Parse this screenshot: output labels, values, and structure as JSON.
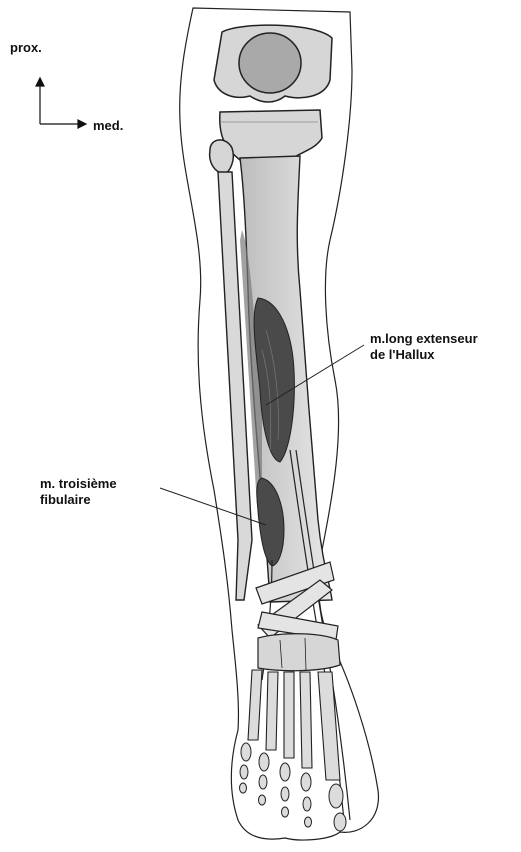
{
  "orientation": {
    "proximal": "prox.",
    "medial": "med."
  },
  "labels": {
    "extensor_hallucis_longus": [
      "m.long extenseur",
      "de l'Hallux"
    ],
    "third_fibular": [
      "m. troisième",
      "fibulaire"
    ]
  },
  "colors": {
    "outline": "#222222",
    "bone": "#d9d9d9",
    "bone_dark": "#c4c4c4",
    "muscle": "#4a4a4a",
    "tendon": "#e6e6e6",
    "skin": "#ffffff"
  }
}
